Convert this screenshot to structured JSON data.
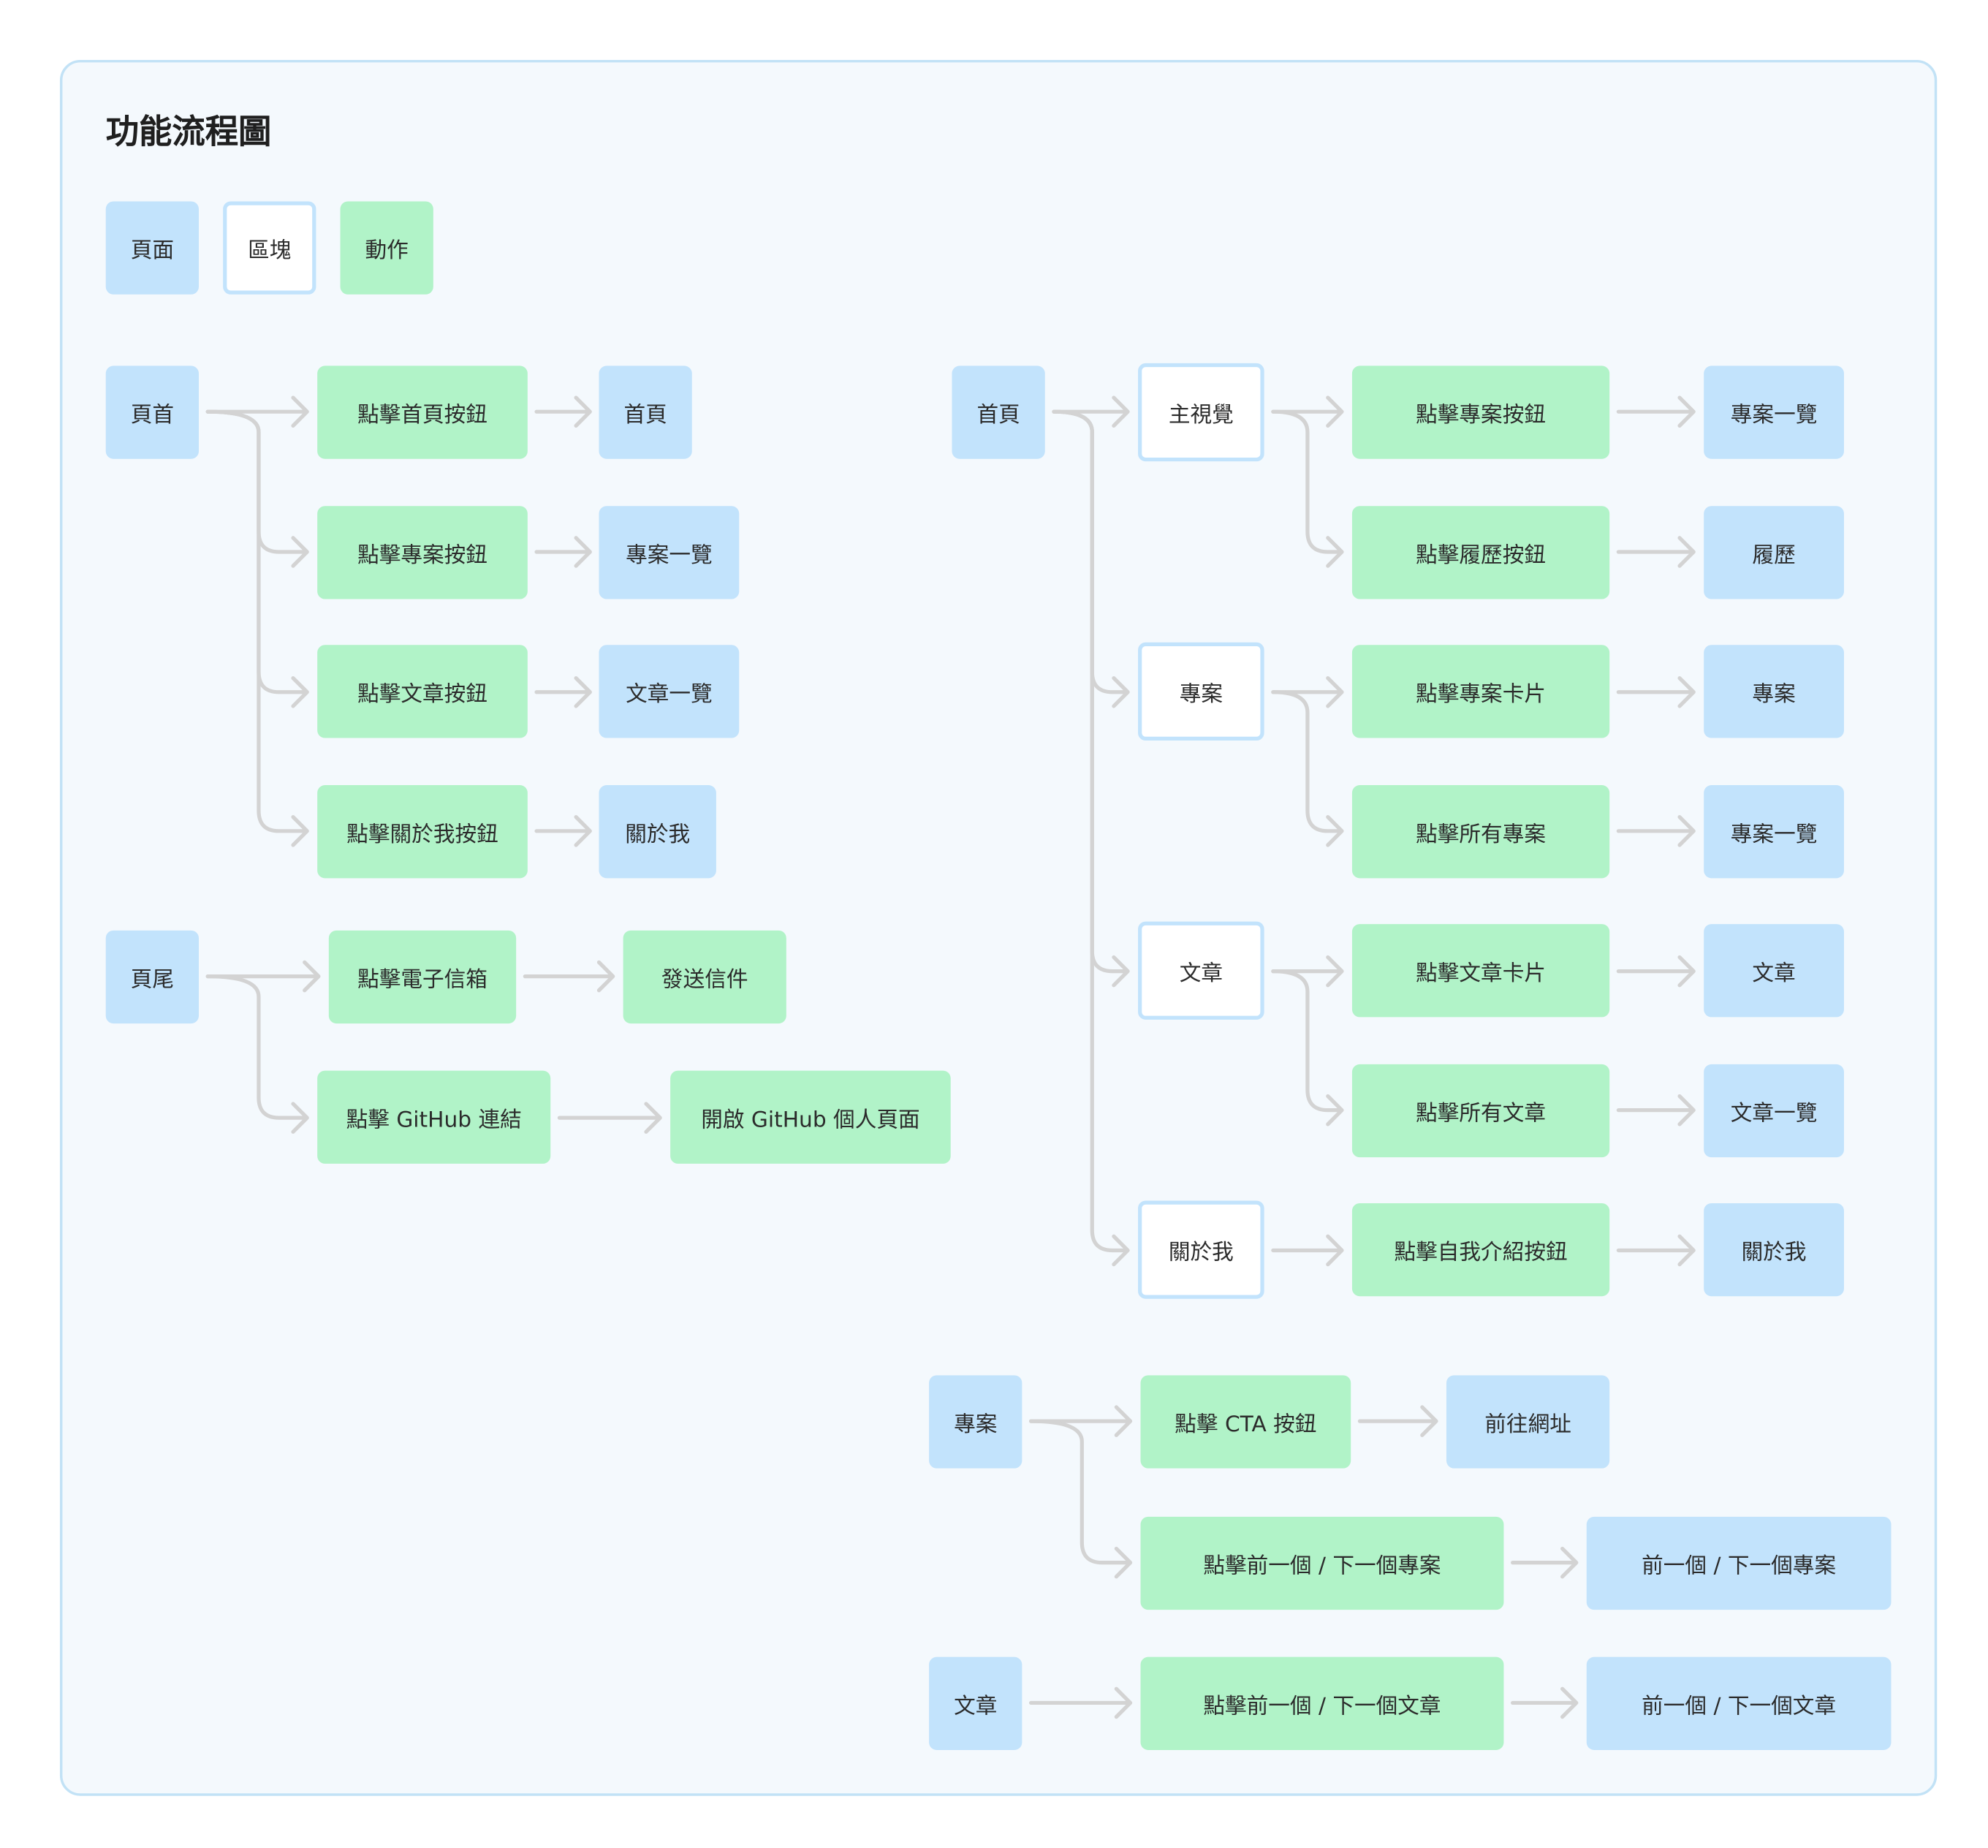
{
  "title": "功能流程圖",
  "legend": {
    "page": "頁面",
    "block": "區塊",
    "action": "動作"
  },
  "colors": {
    "page": "#c2e3fc",
    "action": "#b1f3c8",
    "block_border": "#c2e3fc",
    "panel_bg": "#f4f9fd",
    "panel_border": "#c2e2f6",
    "connector": "#d3d3d3"
  },
  "header": {
    "label": "頁首",
    "branches": [
      {
        "action": "點擊首頁按鈕",
        "target": "首頁"
      },
      {
        "action": "點擊專案按鈕",
        "target": "專案一覽"
      },
      {
        "action": "點擊文章按鈕",
        "target": "文章一覽"
      },
      {
        "action": "點擊關於我按鈕",
        "target": "關於我"
      }
    ]
  },
  "footer": {
    "label": "頁尾",
    "branches": [
      {
        "action": "點擊電子信箱",
        "target": "發送信件"
      },
      {
        "action": "點擊 GitHub 連結",
        "target": "開啟 GitHub 個人頁面"
      }
    ]
  },
  "home": {
    "label": "首頁",
    "blocks": [
      {
        "label": "主視覺",
        "branches": [
          {
            "action": "點擊專案按鈕",
            "target": "專案一覽"
          },
          {
            "action": "點擊履歷按鈕",
            "target": "履歷"
          }
        ]
      },
      {
        "label": "專案",
        "branches": [
          {
            "action": "點擊專案卡片",
            "target": "專案"
          },
          {
            "action": "點擊所有專案",
            "target": "專案一覽"
          }
        ]
      },
      {
        "label": "文章",
        "branches": [
          {
            "action": "點擊文章卡片",
            "target": "文章"
          },
          {
            "action": "點擊所有文章",
            "target": "文章一覽"
          }
        ]
      },
      {
        "label": "關於我",
        "branches": [
          {
            "action": "點擊自我介紹按鈕",
            "target": "關於我"
          }
        ]
      }
    ]
  },
  "project": {
    "label": "專案",
    "branches": [
      {
        "action": "點擊 CTA 按鈕",
        "target": "前往網址"
      },
      {
        "action": "點擊前一個 / 下一個專案",
        "target": "前一個 / 下一個專案"
      }
    ]
  },
  "article": {
    "label": "文章",
    "branches": [
      {
        "action": "點擊前一個 / 下一個文章",
        "target": "前一個 / 下一個文章"
      }
    ]
  }
}
